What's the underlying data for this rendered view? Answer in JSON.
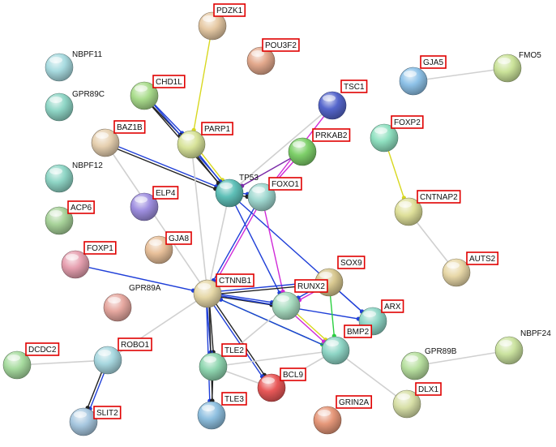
{
  "colors": {
    "highlight_box": "#e00000",
    "edge_gray": "#d0d0d0",
    "edge_blue": "#1f3fd8",
    "edge_black": "#222222",
    "edge_magenta": "#d02ad8",
    "edge_yellow": "#d8d820",
    "edge_green": "#2ad040",
    "edge_purple": "#7a2aa8"
  },
  "nodes": [
    {
      "id": "PDZK1",
      "label": "PDZK1",
      "highlighted": true,
      "color": "#e6c9a4"
    },
    {
      "id": "POU3F2",
      "label": "POU3F2",
      "highlighted": true,
      "color": "#e3a98d"
    },
    {
      "id": "NBPF11",
      "label": "NBPF11",
      "highlighted": false,
      "color": "#a8dbe0"
    },
    {
      "id": "GPR89C",
      "label": "GPR89C",
      "highlighted": false,
      "color": "#8fd6c6"
    },
    {
      "id": "CHD1L",
      "label": "CHD1L",
      "highlighted": true,
      "color": "#a9dc8c"
    },
    {
      "id": "GJA5",
      "label": "GJA5",
      "highlighted": true,
      "color": "#8ec2e8"
    },
    {
      "id": "FMO5",
      "label": "FMO5",
      "highlighted": false,
      "color": "#cbe39a"
    },
    {
      "id": "TSC1",
      "label": "TSC1",
      "highlighted": true,
      "color": "#5566cc"
    },
    {
      "id": "PARP1",
      "label": "PARP1",
      "highlighted": true,
      "color": "#d8e39a"
    },
    {
      "id": "BAZ1B",
      "label": "BAZ1B",
      "highlighted": true,
      "color": "#e6d0b0"
    },
    {
      "id": "PRKAB2",
      "label": "PRKAB2",
      "highlighted": true,
      "color": "#7ed06a"
    },
    {
      "id": "FOXP2",
      "label": "FOXP2",
      "highlighted": true,
      "color": "#8fe0c0"
    },
    {
      "id": "NBPF12",
      "label": "NBPF12",
      "highlighted": false,
      "color": "#8fd6c6"
    },
    {
      "id": "TP53",
      "label": "TP53",
      "highlighted": false,
      "color": "#5fc0b8"
    },
    {
      "id": "FOXO1",
      "label": "FOXO1",
      "highlighted": true,
      "color": "#9fd8d0"
    },
    {
      "id": "ELP4",
      "label": "ELP4",
      "highlighted": true,
      "color": "#9f8fe0"
    },
    {
      "id": "CNTNAP2",
      "label": "CNTNAP2",
      "highlighted": true,
      "color": "#dfe09a"
    },
    {
      "id": "ACP6",
      "label": "ACP6",
      "highlighted": true,
      "color": "#a8d39a"
    },
    {
      "id": "GJA8",
      "label": "GJA8",
      "highlighted": true,
      "color": "#e8c09a"
    },
    {
      "id": "FOXP1",
      "label": "FOXP1",
      "highlighted": true,
      "color": "#e6a0b0"
    },
    {
      "id": "AUTS2",
      "label": "AUTS2",
      "highlighted": true,
      "color": "#e8d8a8"
    },
    {
      "id": "SOX9",
      "label": "SOX9",
      "highlighted": true,
      "color": "#d8c890"
    },
    {
      "id": "CTNNB1",
      "label": "CTNNB1",
      "highlighted": true,
      "color": "#e6d8a8"
    },
    {
      "id": "GPR89A",
      "label": "GPR89A",
      "highlighted": false,
      "color": "#e6a8a0"
    },
    {
      "id": "RUNX2",
      "label": "RUNX2",
      "highlighted": true,
      "color": "#a8dcc0"
    },
    {
      "id": "ARX",
      "label": "ARX",
      "highlighted": true,
      "color": "#8fd6c6"
    },
    {
      "id": "BMP2",
      "label": "BMP2",
      "highlighted": true,
      "color": "#8fd6c6"
    },
    {
      "id": "NBPF24",
      "label": "NBPF24",
      "highlighted": false,
      "color": "#cbe3a0"
    },
    {
      "id": "GPR89B",
      "label": "GPR89B",
      "highlighted": false,
      "color": "#b8e0a0"
    },
    {
      "id": "DCDC2",
      "label": "DCDC2",
      "highlighted": true,
      "color": "#a8dca0"
    },
    {
      "id": "ROBO1",
      "label": "ROBO1",
      "highlighted": true,
      "color": "#a8d8e0"
    },
    {
      "id": "TLE2",
      "label": "TLE2",
      "highlighted": true,
      "color": "#8fd6b0"
    },
    {
      "id": "BCL9",
      "label": "BCL9",
      "highlighted": true,
      "color": "#e85858"
    },
    {
      "id": "DLX1",
      "label": "DLX1",
      "highlighted": true,
      "color": "#d8e0a8"
    },
    {
      "id": "TLE3",
      "label": "TLE3",
      "highlighted": true,
      "color": "#8fc0e0"
    },
    {
      "id": "GRIN2A",
      "label": "GRIN2A",
      "highlighted": true,
      "color": "#e6987a"
    },
    {
      "id": "SLIT2",
      "label": "SLIT2",
      "highlighted": true,
      "color": "#a8c8e0"
    }
  ],
  "edges": [
    {
      "from": "PDZK1",
      "to": "PARP1",
      "colors": [
        "yellow"
      ]
    },
    {
      "from": "GJA5",
      "to": "FMO5",
      "colors": [
        "gray"
      ]
    },
    {
      "from": "FOXP2",
      "to": "CNTNAP2",
      "colors": [
        "yellow"
      ]
    },
    {
      "from": "CNTNAP2",
      "to": "AUTS2",
      "colors": [
        "gray"
      ]
    },
    {
      "from": "GPR89B",
      "to": "NBPF24",
      "colors": [
        "gray"
      ]
    },
    {
      "from": "CHD1L",
      "to": "PARP1",
      "colors": [
        "blue",
        "black"
      ]
    },
    {
      "from": "CHD1L",
      "to": "TP53",
      "colors": [
        "blue",
        "black"
      ]
    },
    {
      "from": "BAZ1B",
      "to": "TP53",
      "colors": [
        "blue",
        "black"
      ]
    },
    {
      "from": "BAZ1B",
      "to": "CTNNB1",
      "colors": [
        "gray"
      ]
    },
    {
      "from": "PARP1",
      "to": "TP53",
      "colors": [
        "yellow",
        "blue",
        "black"
      ]
    },
    {
      "from": "PARP1",
      "to": "CTNNB1",
      "colors": [
        "gray"
      ]
    },
    {
      "from": "TSC1",
      "to": "FOXO1",
      "colors": [
        "magenta"
      ]
    },
    {
      "from": "TSC1",
      "to": "TP53",
      "colors": [
        "gray"
      ]
    },
    {
      "from": "PRKAB2",
      "to": "FOXO1",
      "colors": [
        "magenta"
      ]
    },
    {
      "from": "PRKAB2",
      "to": "TP53",
      "colors": [
        "purple"
      ]
    },
    {
      "from": "TP53",
      "to": "FOXO1",
      "colors": [
        "blue",
        "black"
      ]
    },
    {
      "from": "TP53",
      "to": "CTNNB1",
      "colors": [
        "gray"
      ]
    },
    {
      "from": "TP53",
      "to": "RUNX2",
      "colors": [
        "blue"
      ]
    },
    {
      "from": "TP53",
      "to": "ARX",
      "colors": [
        "blue"
      ]
    },
    {
      "from": "FOXO1",
      "to": "CTNNB1",
      "colors": [
        "magenta",
        "blue"
      ]
    },
    {
      "from": "FOXO1",
      "to": "RUNX2",
      "colors": [
        "magenta"
      ]
    },
    {
      "from": "FOXP1",
      "to": "CTNNB1",
      "colors": [
        "blue"
      ]
    },
    {
      "from": "CTNNB1",
      "to": "SOX9",
      "colors": [
        "blue",
        "black"
      ]
    },
    {
      "from": "CTNNB1",
      "to": "RUNX2",
      "colors": [
        "blue",
        "black"
      ]
    },
    {
      "from": "CTNNB1",
      "to": "ARX",
      "colors": [
        "blue"
      ]
    },
    {
      "from": "CTNNB1",
      "to": "BMP2",
      "colors": [
        "green"
      ]
    },
    {
      "from": "CTNNB1",
      "to": "TLE2",
      "colors": [
        "black",
        "blue"
      ]
    },
    {
      "from": "CTNNB1",
      "to": "TLE3",
      "colors": [
        "black",
        "blue"
      ]
    },
    {
      "from": "CTNNB1",
      "to": "BCL9",
      "colors": [
        "black",
        "blue"
      ]
    },
    {
      "from": "CTNNB1",
      "to": "ROBO1",
      "colors": [
        "gray"
      ]
    },
    {
      "from": "SOX9",
      "to": "RUNX2",
      "colors": [
        "magenta",
        "blue"
      ]
    },
    {
      "from": "SOX9",
      "to": "BMP2",
      "colors": [
        "green"
      ]
    },
    {
      "from": "SOX9",
      "to": "ARX",
      "colors": [
        "blue"
      ]
    },
    {
      "from": "RUNX2",
      "to": "BMP2",
      "colors": [
        "yellow",
        "magenta"
      ]
    },
    {
      "from": "BMP2",
      "to": "TLE2",
      "colors": [
        "gray"
      ]
    },
    {
      "from": "BMP2",
      "to": "BCL9",
      "colors": [
        "gray"
      ]
    },
    {
      "from": "BMP2",
      "to": "DLX1",
      "colors": [
        "gray"
      ]
    },
    {
      "from": "BMP2",
      "to": "CTNNB1",
      "colors": [
        "blue"
      ]
    },
    {
      "from": "TLE2",
      "to": "TLE3",
      "colors": [
        "black"
      ]
    },
    {
      "from": "TLE2",
      "to": "RUNX2",
      "colors": [
        "gray"
      ]
    },
    {
      "from": "ROBO1",
      "to": "SLIT2",
      "colors": [
        "blue",
        "black"
      ]
    },
    {
      "from": "DCDC2",
      "to": "ROBO1",
      "colors": [
        "gray"
      ]
    },
    {
      "from": "BCL9",
      "to": "TLE2",
      "colors": [
        "gray"
      ]
    }
  ]
}
